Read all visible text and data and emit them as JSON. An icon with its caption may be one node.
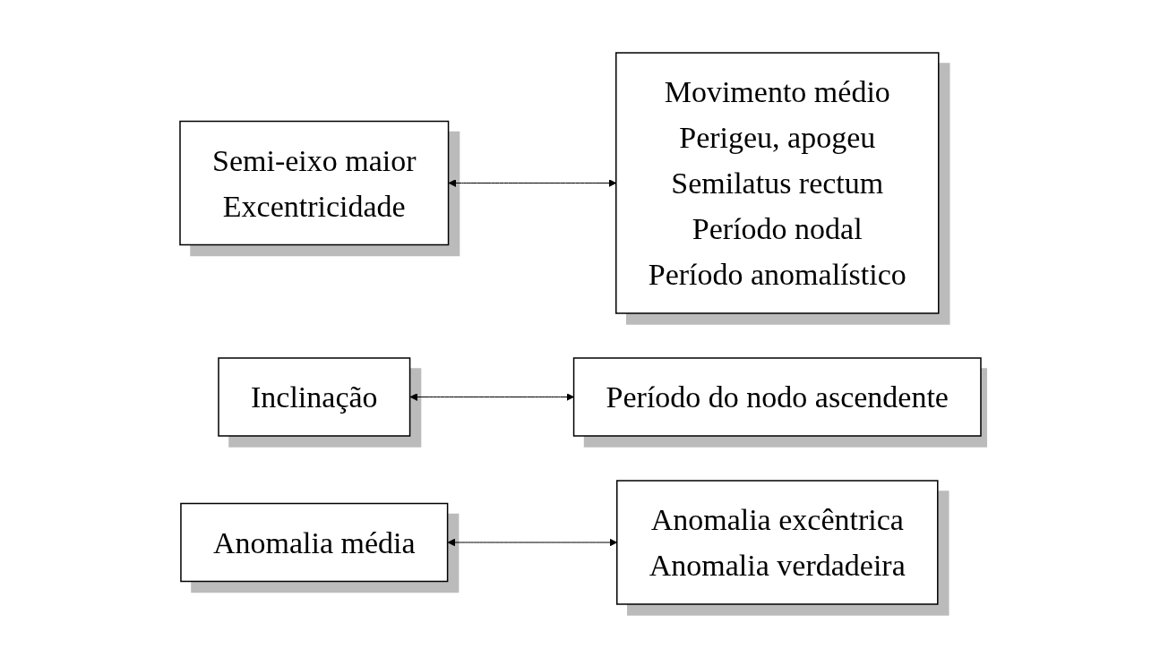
{
  "diagram": {
    "nodes": [
      {
        "text": [
          "Semi-eixo maior",
          "Excentricidade"
        ]
      },
      {
        "text": [
          "Movimento médio",
          "Perigeu, apogeu",
          "Semilatus rectum",
          "Período nodal",
          "Período anomalístico"
        ]
      },
      {
        "text": [
          "Inclinação"
        ]
      },
      {
        "text": [
          "Período do nodo ascendente"
        ]
      },
      {
        "text": [
          "Anomalia média"
        ]
      },
      {
        "text": [
          "Anomalia excêntrica",
          "Anomalia verdadeira"
        ]
      }
    ],
    "edges": [
      {
        "from": 0,
        "to": 1,
        "arrow": "both"
      },
      {
        "from": 2,
        "to": 3,
        "arrow": "both"
      },
      {
        "from": 4,
        "to": 5,
        "arrow": "both"
      }
    ]
  }
}
